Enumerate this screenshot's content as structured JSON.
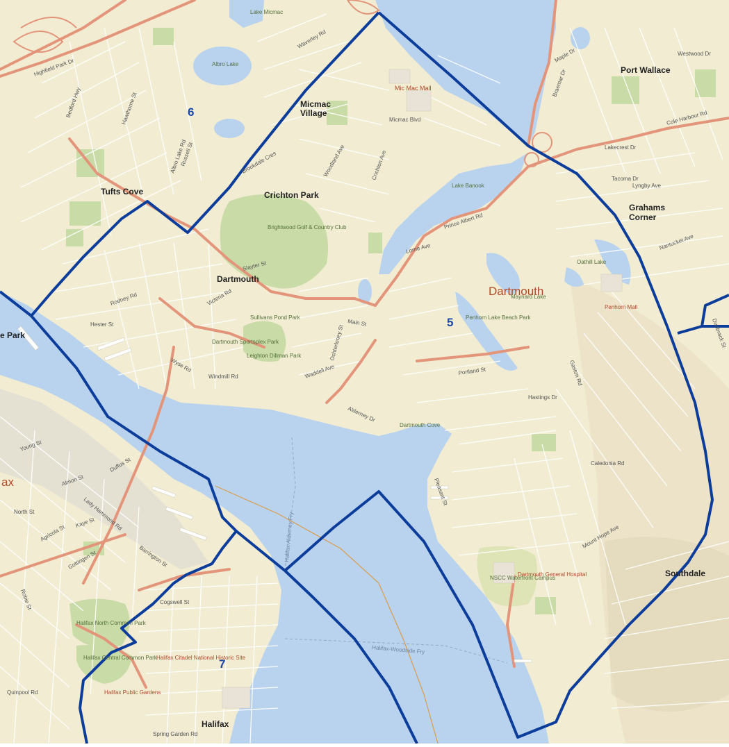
{
  "colors": {
    "water": "#b9d3ee",
    "land": "#f1ecd2",
    "park": "#c9dba6",
    "road": "#e3957b",
    "minor_road": "#ffffff",
    "boundary": "#0d3d9b",
    "ferry_route": "#93a9c5",
    "orange_line": "#d99c4a"
  },
  "districts": [
    {
      "label": "5"
    },
    {
      "label": "6"
    },
    {
      "label": "7"
    }
  ],
  "places": {
    "dartmouth_city": "Dartmouth",
    "dartmouth": "Dartmouth",
    "halifax": "Halifax",
    "halifax_partial": "ax",
    "port_wallace": "Port Wallace",
    "grahams_corner_1": "Grahams",
    "grahams_corner_2": "Corner",
    "southdale": "Southdale",
    "tufts_cove": "Tufts Cove",
    "crichton_park": "Crichton Park",
    "micmac_village_1": "Micmac",
    "micmac_village_2": "Village",
    "park_partial": "e Park"
  },
  "landmarks": {
    "lake_banook": "Lake Banook",
    "lake_micmac": "Lake Micmac",
    "albro_lake": "Albro Lake",
    "brightwood": "Brightwood Golf & Country Club",
    "mic_mac_mall": "Mic Mac Mall",
    "dartmouth_cove": "Dartmouth Cove",
    "nscc": "NSCC Waterfront Campus",
    "dartmouth_hospital": "Dartmouth General Hospital",
    "halifax_common": "Halifax North Common Park",
    "halifax_central_common": "Halifax Central Common Park",
    "citadel": "Halifax Citadel National Historic Site",
    "public_gardens": "Halifax Public Gardens",
    "penhorn_mall": "Penhorn Mall",
    "dartmouth_commons": "Dartmouth Sportsplex Park",
    "leighton_dillman": "Leighton Dillman Park",
    "halifax_alderney_ferry": "Halifax-Alderney Fry",
    "halifax_woodside_ferry": "Halifax-Woodside Fry",
    "sullivans_pond": "Sullivans Pond Park",
    "oathill_lake": "Oathill Lake",
    "maynard_lake": "Maynard Lake",
    "penhorn_lake": "Penhorn Lake Beach Park"
  },
  "streets": [
    "Prince Albert Rd",
    "Portland St",
    "Pleasant St",
    "Main St",
    "Woodland Ave",
    "Victoria Rd",
    "Wyse Rd",
    "Windmill Rd",
    "Alderney Dr",
    "Ochterloney St",
    "Highfield Park Dr",
    "Albro Lake Rd",
    "Waverley Rd",
    "Micmac Blvd",
    "Gaston Rd",
    "Caledonia Rd",
    "Cole Harbour Rd",
    "Lyngby Ave",
    "Hastings Dr",
    "Mount Hope Ave",
    "Barrington St",
    "North St",
    "Robie St",
    "Quinpool Rd",
    "Cogswell St",
    "Spring Garden Rd",
    "Lakecrest Dr",
    "Waddell Ave",
    "Rodney Rd",
    "Brookdale Cres",
    "Crichton Ave",
    "Lorne Ave",
    "Slayter St",
    "Hester St",
    "Nantucket Ave",
    "Bedford Hwy",
    "Lady Hammond Rd",
    "Agricola St",
    "Gottingen St",
    "Kaye St",
    "Young St",
    "Duffus St",
    "Almon St",
    "Russell St",
    "Hawthorne St",
    "Braemar Dr",
    "Tacoma Dr",
    "Maple Dr",
    "Westwood Dr",
    "Dunbrack St"
  ]
}
